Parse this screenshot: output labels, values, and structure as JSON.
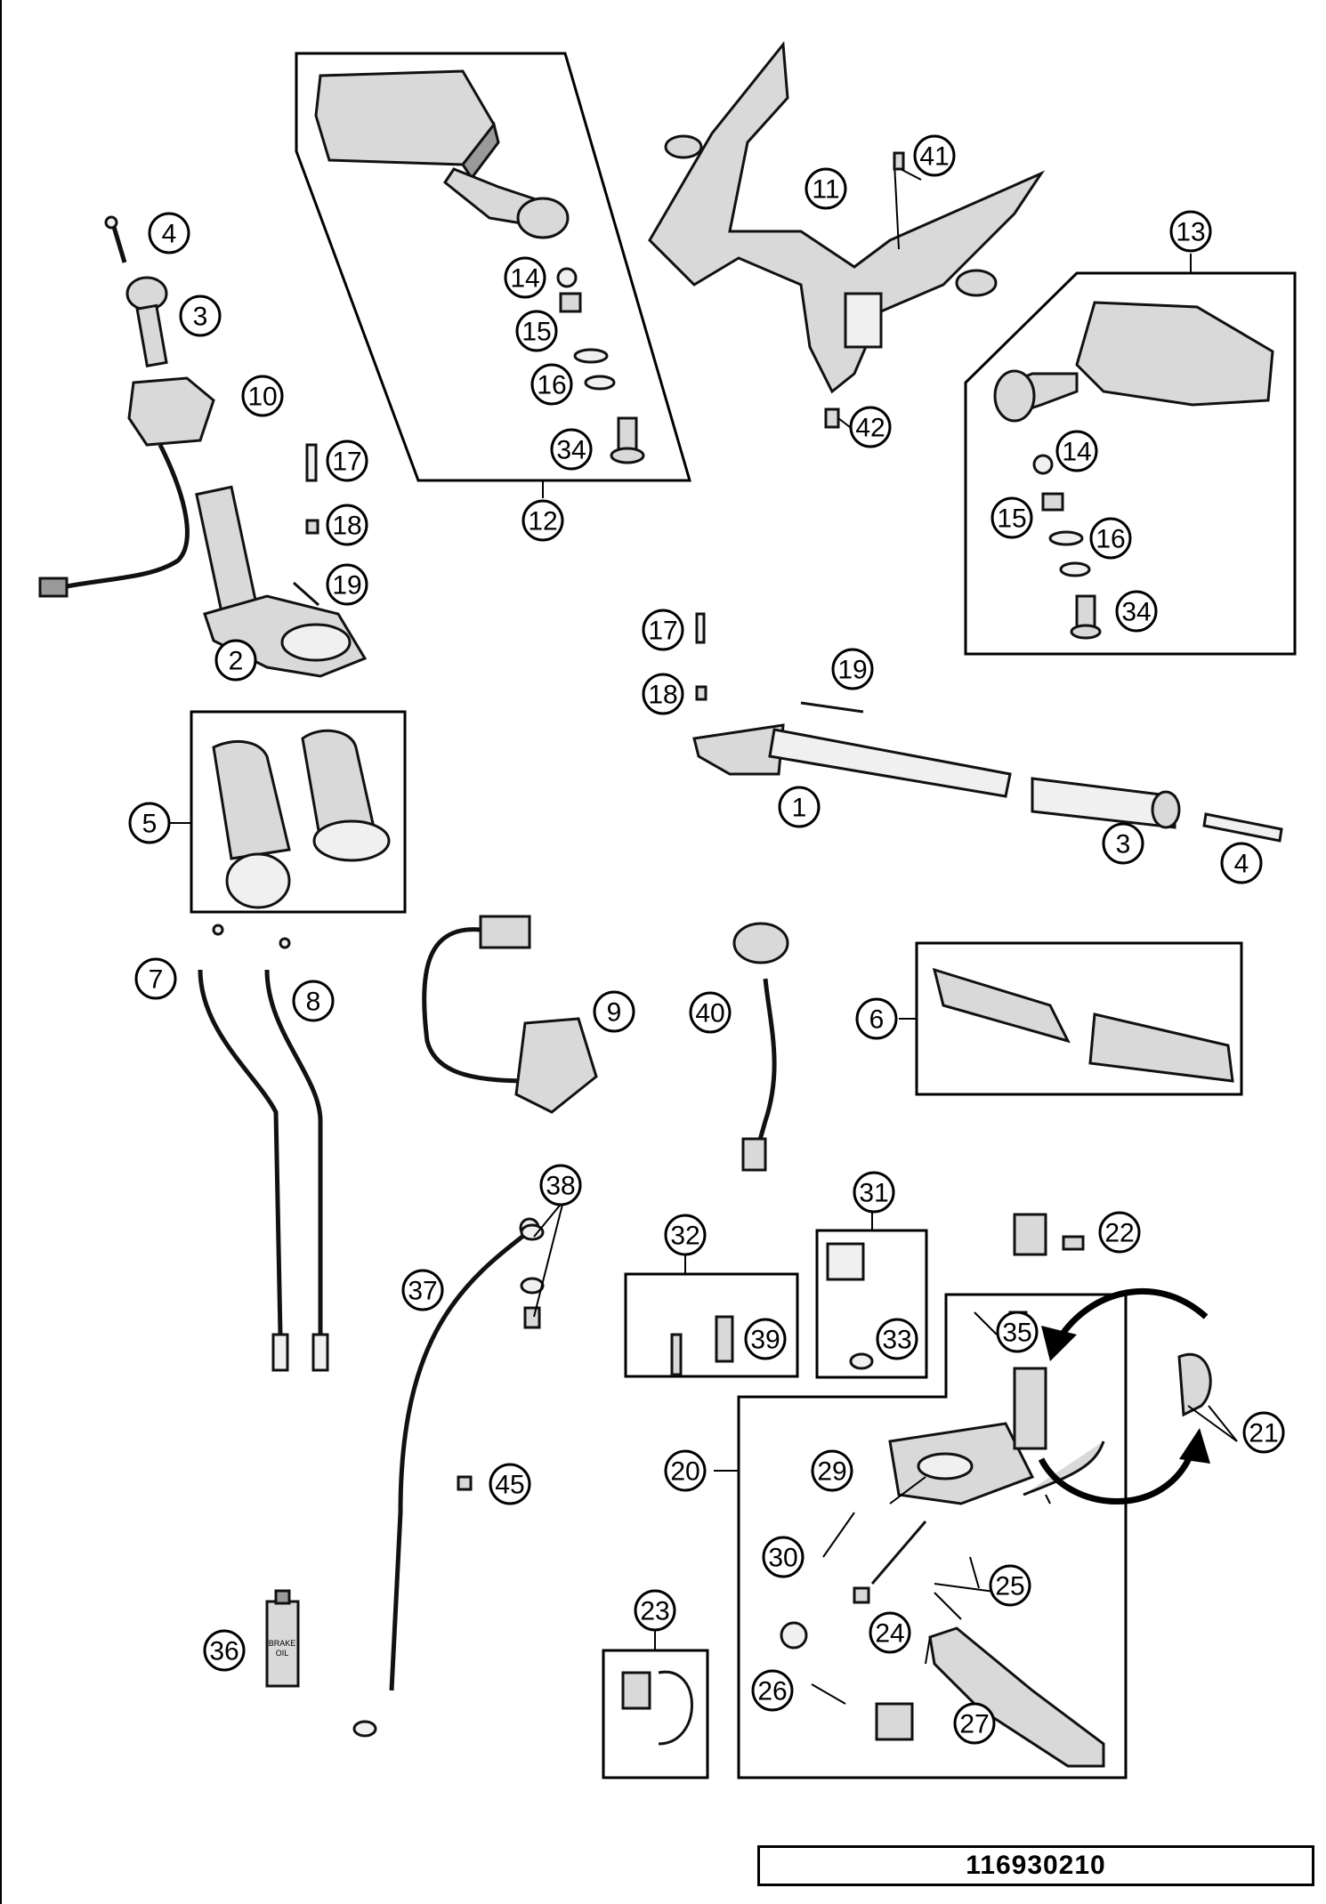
{
  "drawing_number": "116930210",
  "callouts": [
    "1",
    "2",
    "3",
    "4",
    "5",
    "6",
    "7",
    "8",
    "9",
    "10",
    "11",
    "12",
    "13",
    "14",
    "15",
    "16",
    "17",
    "18",
    "19",
    "20",
    "21",
    "22",
    "23",
    "24",
    "25",
    "26",
    "27",
    "29",
    "30",
    "31",
    "32",
    "33",
    "34",
    "35",
    "36",
    "37",
    "38",
    "39",
    "40",
    "41",
    "42",
    "45"
  ],
  "bottle_label": "BRAKE\nOIL",
  "labels": {
    "c1": "1",
    "c2": "2",
    "c3a": "3",
    "c3b": "3",
    "c4a": "4",
    "c4b": "4",
    "c5": "5",
    "c6": "6",
    "c7": "7",
    "c8": "8",
    "c9": "9",
    "c10": "10",
    "c11": "11",
    "c12": "12",
    "c13": "13",
    "c14a": "14",
    "c14b": "14",
    "c15a": "15",
    "c15b": "15",
    "c16a": "16",
    "c16b": "16",
    "c17a": "17",
    "c17b": "17",
    "c18a": "18",
    "c18b": "18",
    "c19a": "19",
    "c19b": "19",
    "c20": "20",
    "c21": "21",
    "c22": "22",
    "c23": "23",
    "c24": "24",
    "c25": "25",
    "c26": "26",
    "c27": "27",
    "c29": "29",
    "c30": "30",
    "c31": "31",
    "c32": "32",
    "c33": "33",
    "c34a": "34",
    "c34b": "34",
    "c35": "35",
    "c36": "36",
    "c37": "37",
    "c38": "38",
    "c39": "39",
    "c40": "40",
    "c41": "41",
    "c42": "42",
    "c45": "45"
  }
}
